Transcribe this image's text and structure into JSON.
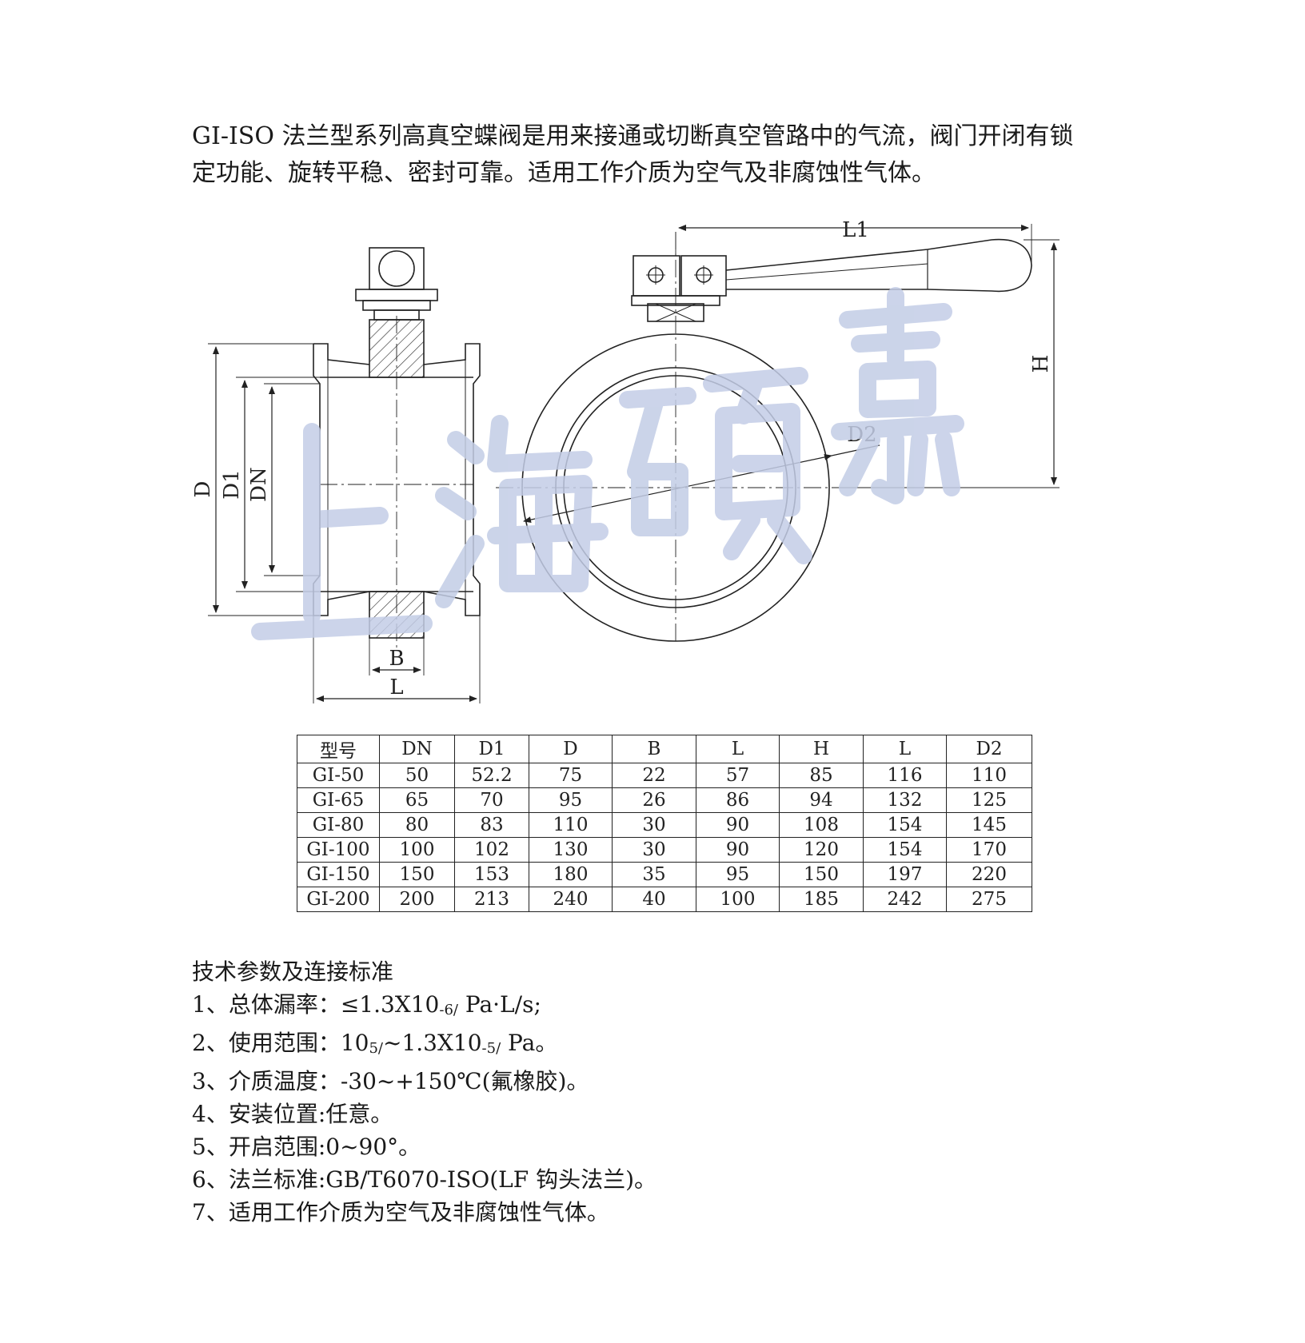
{
  "intro": {
    "line1": "GI-ISO 法兰型系列高真空蝶阀是用来接通或切断真空管路中的气流，阀门开闭有锁",
    "line2": "定功能、旋转平稳、密封可靠。适用工作介质为空气及非腐蚀性气体。"
  },
  "drawing": {
    "labels": {
      "D": "D",
      "D1": "D1",
      "DN": "DN",
      "B": "B",
      "L": "L",
      "L1": "L1",
      "H": "H",
      "D2": "D2"
    },
    "watermark_text": "上海硕嘉",
    "colors": {
      "line": "#222222",
      "watermark": "#c3cde6"
    }
  },
  "table": {
    "headers": [
      "型号",
      "DN",
      "D1",
      "D",
      "B",
      "L",
      "H",
      "L",
      "D2"
    ],
    "rows": [
      [
        "GI-50",
        "50",
        "52.2",
        "75",
        "22",
        "57",
        "85",
        "116",
        "110"
      ],
      [
        "GI-65",
        "65",
        "70",
        "95",
        "26",
        "86",
        "94",
        "132",
        "125"
      ],
      [
        "GI-80",
        "80",
        "83",
        "110",
        "30",
        "90",
        "108",
        "154",
        "145"
      ],
      [
        "GI-100",
        "100",
        "102",
        "130",
        "30",
        "90",
        "120",
        "154",
        "170"
      ],
      [
        "GI-150",
        "150",
        "153",
        "180",
        "35",
        "95",
        "150",
        "197",
        "220"
      ],
      [
        "GI-200",
        "200",
        "213",
        "240",
        "40",
        "100",
        "185",
        "242",
        "275"
      ]
    ]
  },
  "params": {
    "title": "技术参数及连接标准",
    "p1_pre": "1、总体漏率：≤1.3X10",
    "p1_sub": "-6/",
    "p1_post": " Pa·L/s;",
    "p2_pre": "2、使用范围：10",
    "p2_sub1": "5/",
    "p2_mid": "~1.3X10",
    "p2_sub2": "-5/",
    "p2_post": " Pa。",
    "p3": "3、介质温度：-30~+150℃(氟橡胶)。",
    "p4": "4、安装位置:任意。",
    "p5": "5、开启范围:0~90°。",
    "p6": "6、法兰标准:GB/T6070-ISO(LF 钩头法兰)。",
    "p7": "7、适用工作介质为空气及非腐蚀性气体。"
  }
}
